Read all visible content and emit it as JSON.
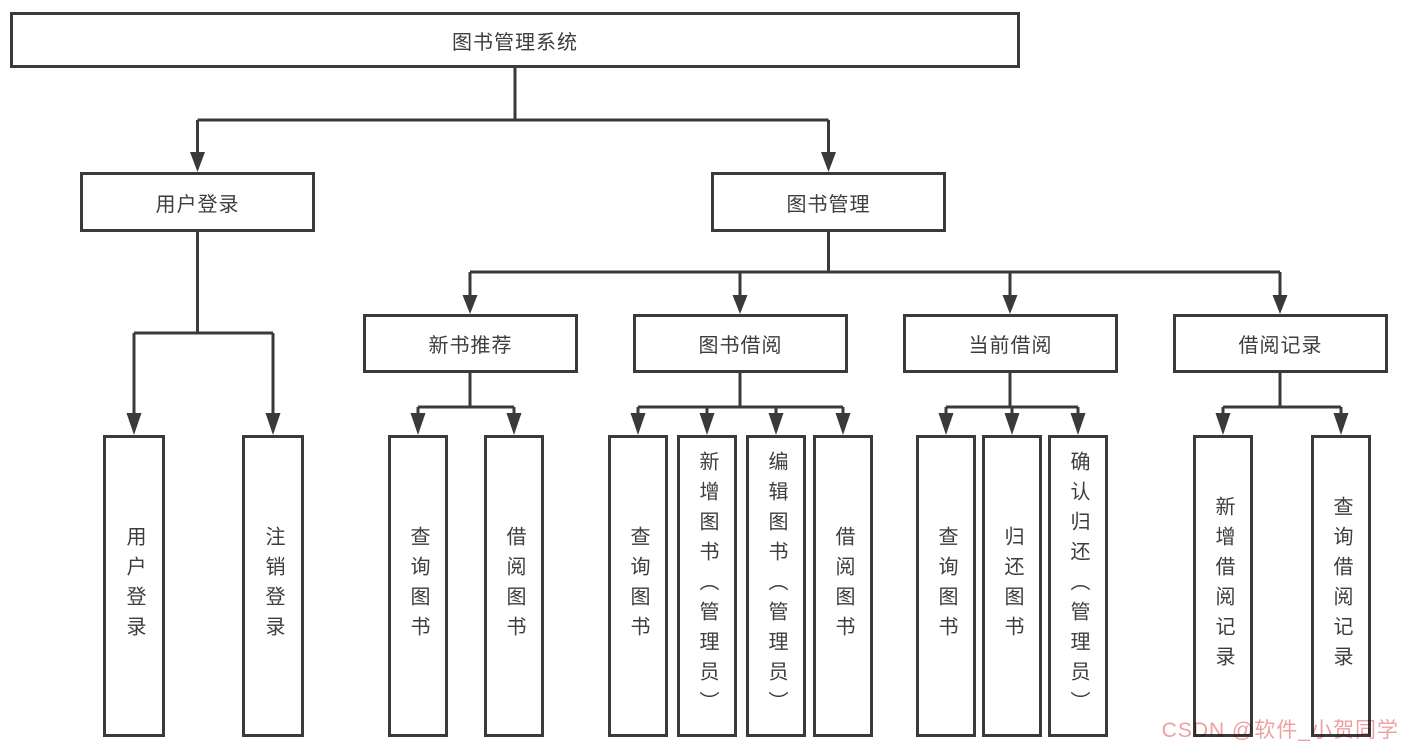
{
  "tree": {
    "root": {
      "label": "图书管理系统"
    },
    "branches": [
      {
        "label": "用户登录"
      },
      {
        "label": "图书管理"
      }
    ],
    "modules": [
      {
        "label": "新书推荐",
        "parent": "图书管理"
      },
      {
        "label": "图书借阅",
        "parent": "图书管理"
      },
      {
        "label": "当前借阅",
        "parent": "图书管理"
      },
      {
        "label": "借阅记录",
        "parent": "图书管理"
      }
    ],
    "leaves": [
      {
        "label": "用户登录",
        "parent": "用户登录"
      },
      {
        "label": "注销登录",
        "parent": "用户登录"
      },
      {
        "label": "查询图书",
        "parent": "新书推荐"
      },
      {
        "label": "借阅图书",
        "parent": "新书推荐"
      },
      {
        "label": "查询图书",
        "parent": "图书借阅"
      },
      {
        "label": "新增图书（管理员）",
        "parent": "图书借阅"
      },
      {
        "label": "编辑图书（管理员）",
        "parent": "图书借阅"
      },
      {
        "label": "借阅图书",
        "parent": "图书借阅"
      },
      {
        "label": "查询图书",
        "parent": "当前借阅"
      },
      {
        "label": "归还图书",
        "parent": "当前借阅"
      },
      {
        "label": "确认归还（管理员）",
        "parent": "当前借阅"
      },
      {
        "label": "新增借阅记录",
        "parent": "借阅记录"
      },
      {
        "label": "查询借阅记录",
        "parent": "借阅记录"
      }
    ]
  },
  "watermark": {
    "text": "CSDN @软件_小贺同学",
    "color": "#EFA0A0"
  },
  "colors": {
    "line": "#3A3A3A",
    "box_border": "#3A3A3A",
    "text": "#3D3D3D",
    "background": "#FFFFFF"
  }
}
